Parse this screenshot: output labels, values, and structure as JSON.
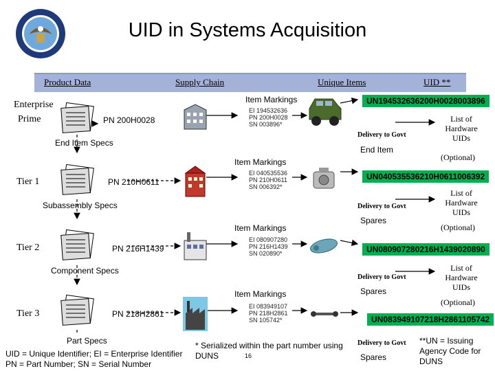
{
  "title": "UID in Systems Acquisition",
  "header": {
    "product_data": "Product Data",
    "supply_chain": "Supply Chain",
    "unique_items": "Unique Items",
    "uid": "UID **"
  },
  "enterprise": {
    "line1": "Enterprise",
    "line2": "Prime",
    "pn": "PN 200H0028",
    "spec": "End Item Specs"
  },
  "tier1": {
    "label": "Tier 1",
    "pn": "PN 210H0611",
    "spec": "Subassembly Specs"
  },
  "tier2": {
    "label": "Tier 2",
    "pn": "PN 216H1439",
    "spec": "Component Specs"
  },
  "tier3": {
    "label": "Tier 3",
    "pn": "PN 218H2861",
    "spec": "Part Specs"
  },
  "item_markings": "Item Markings",
  "markings": [
    [
      "EI 194532636",
      "PN 200H0028",
      "SN 003896*"
    ],
    [
      "EI 040535536",
      "PN 210H0611",
      "SN 006392*"
    ],
    [
      "EI 080907280",
      "PN 216H1439",
      "SN 020890*"
    ],
    [
      "EI 083949107",
      "PN 218H2861",
      "SN 105742*"
    ]
  ],
  "uids": [
    "UN194532636200H0028003896",
    "UN040535536210H0611006392",
    "UN080907280216H1439020890",
    "UN083949107218H2861105742"
  ],
  "delivery": "Delivery to Govt",
  "end_item": "End Item",
  "spares": "Spares",
  "list_hw": [
    "List of",
    "Hardware",
    "UIDs"
  ],
  "optional": "(Optional)",
  "legend": [
    "UID = Unique Identifier; EI = Enterprise Identifier",
    "PN = Part Number; SN = Serial Number"
  ],
  "serial_note": [
    "* Serialized within the part number using",
    "DUNS"
  ],
  "page_number": "16",
  "un_note": [
    "**UN = Issuing",
    "Agency Code for",
    "DUNS"
  ],
  "colors": {
    "bar": "#a4b2d8",
    "uid_green": "#00b050",
    "vehicle": "#4b6b2a",
    "factory": "#c0392b"
  }
}
